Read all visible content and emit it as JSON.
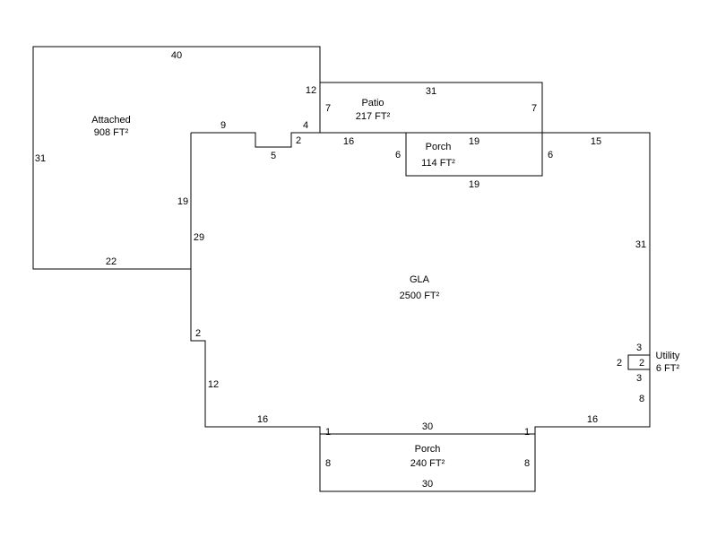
{
  "areas": {
    "attached": {
      "name": "Attached",
      "area": "908 FT²"
    },
    "patio": {
      "name": "Patio",
      "area": "217 FT²"
    },
    "porch_top": {
      "name": "Porch",
      "area": "114 FT²"
    },
    "gla": {
      "name": "GLA",
      "area": "2500 FT²"
    },
    "utility": {
      "name": "Utility",
      "area": "6 FT²"
    },
    "porch_bottom": {
      "name": "Porch",
      "area": "240 FT²"
    }
  },
  "dimensions": {
    "attached_top": "40",
    "attached_left": "31",
    "attached_bottom": "22",
    "attached_right_upper": "12",
    "attached_inner_19": "19",
    "gla_left_29": "29",
    "gla_top_9": "9",
    "notch_4": "4",
    "notch_2": "2",
    "notch_5": "5",
    "gla_top_16": "16",
    "patio_top": "31",
    "patio_left": "7",
    "patio_right": "7",
    "porch_top_top": "19",
    "porch_top_bottom": "19",
    "porch_top_left": "6",
    "porch_top_right": "6",
    "gla_top_15": "15",
    "gla_right_31": "31",
    "utility_top": "3",
    "utility_left": "2",
    "utility_inner": "2",
    "utility_bottom": "3",
    "gla_right_8": "8",
    "gla_bottom_right_16": "16",
    "gla_bottom_left_16": "16",
    "gla_left_12": "12",
    "gla_left_step_2": "2",
    "gla_bottom_30": "30",
    "porch_bottom_step_left": "1",
    "porch_bottom_step_right": "1",
    "porch_bottom_left": "8",
    "porch_bottom_right": "8",
    "porch_bottom_bottom": "30"
  }
}
